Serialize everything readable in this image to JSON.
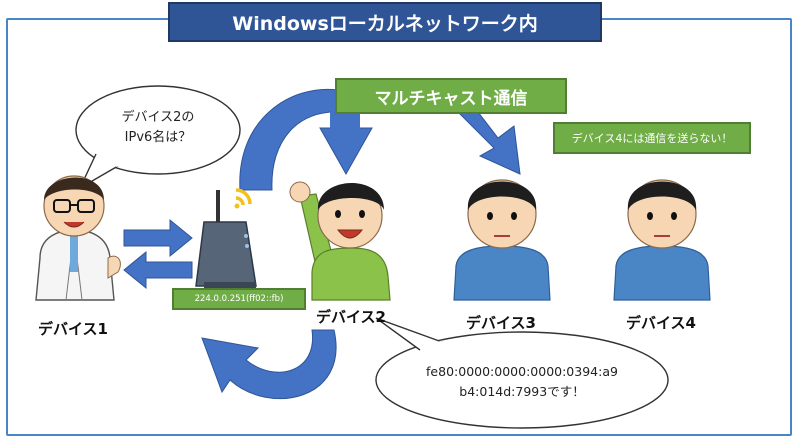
{
  "title": "Windowsローカルネットワーク内",
  "multicast_label": "マルチキャスト通信",
  "no_send_note": "デバイス4には通信を送らない！",
  "router": {
    "address": "224.0.0.251(ff02::fb)"
  },
  "bubble_question": {
    "line1": "デバイス2の",
    "line2": "IPv6名は？"
  },
  "bubble_answer": {
    "line1": "fe80:0000:0000:0000:0394:a9",
    "line2": "b4:014d:7993です！"
  },
  "devices": [
    {
      "label": "デバイス1"
    },
    {
      "label": "デバイス2"
    },
    {
      "label": "デバイス3"
    },
    {
      "label": "デバイス4"
    }
  ],
  "colors": {
    "title_bg": "#2f5597",
    "green": "#70ad47",
    "arrow": "#4472c4",
    "frame": "#4a86c5"
  }
}
